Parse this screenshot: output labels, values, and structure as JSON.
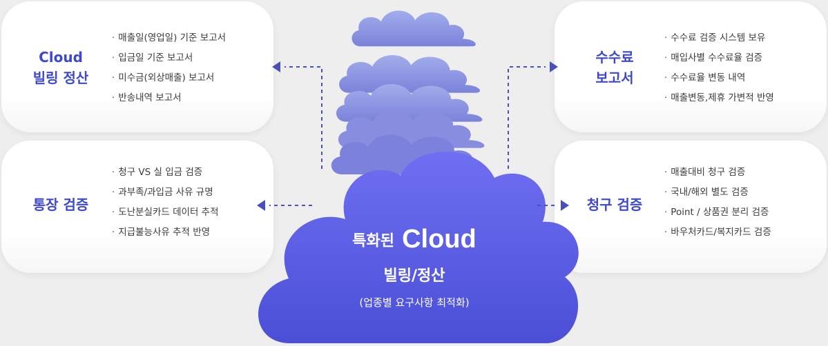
{
  "center": {
    "title_prefix": "특화된",
    "title_brand": "Cloud",
    "subtitle": "빌링/정산",
    "note": "(업종별 요구사항 최적화)"
  },
  "cards": {
    "top_left": {
      "title": [
        "Cloud",
        "빌링 정산"
      ],
      "items": [
        "매출일(영업일) 기준 보고서",
        "입금일 기준 보고서",
        "미수금(외상매출) 보고서",
        "반송내역 보고서"
      ]
    },
    "bottom_left": {
      "title": [
        "통장 검증"
      ],
      "items": [
        "청구 VS 실 입금 검증",
        "과부족/과입금 사유 규명",
        "도난분실카드 데이터 추적",
        "지급불능사유 추적 반영"
      ]
    },
    "top_right": {
      "title": [
        "수수료",
        "보고서"
      ],
      "items": [
        "수수료 검증 시스템 보유",
        "매입사별 수수료율 검증",
        "수수료율 변동 내역",
        "매출변동,제휴 가변적 반영"
      ]
    },
    "bottom_right": {
      "title": [
        "청구 검증"
      ],
      "items": [
        "매출대비 청구 검증",
        "국내/해외 별도 검증",
        "Point / 상품권 분리 검증",
        "바우처카드/복지카드 검증"
      ]
    }
  },
  "colors": {
    "accent": "#3d48cf",
    "cloud": "#5e5fe6",
    "arrow": "#4a50b8"
  }
}
